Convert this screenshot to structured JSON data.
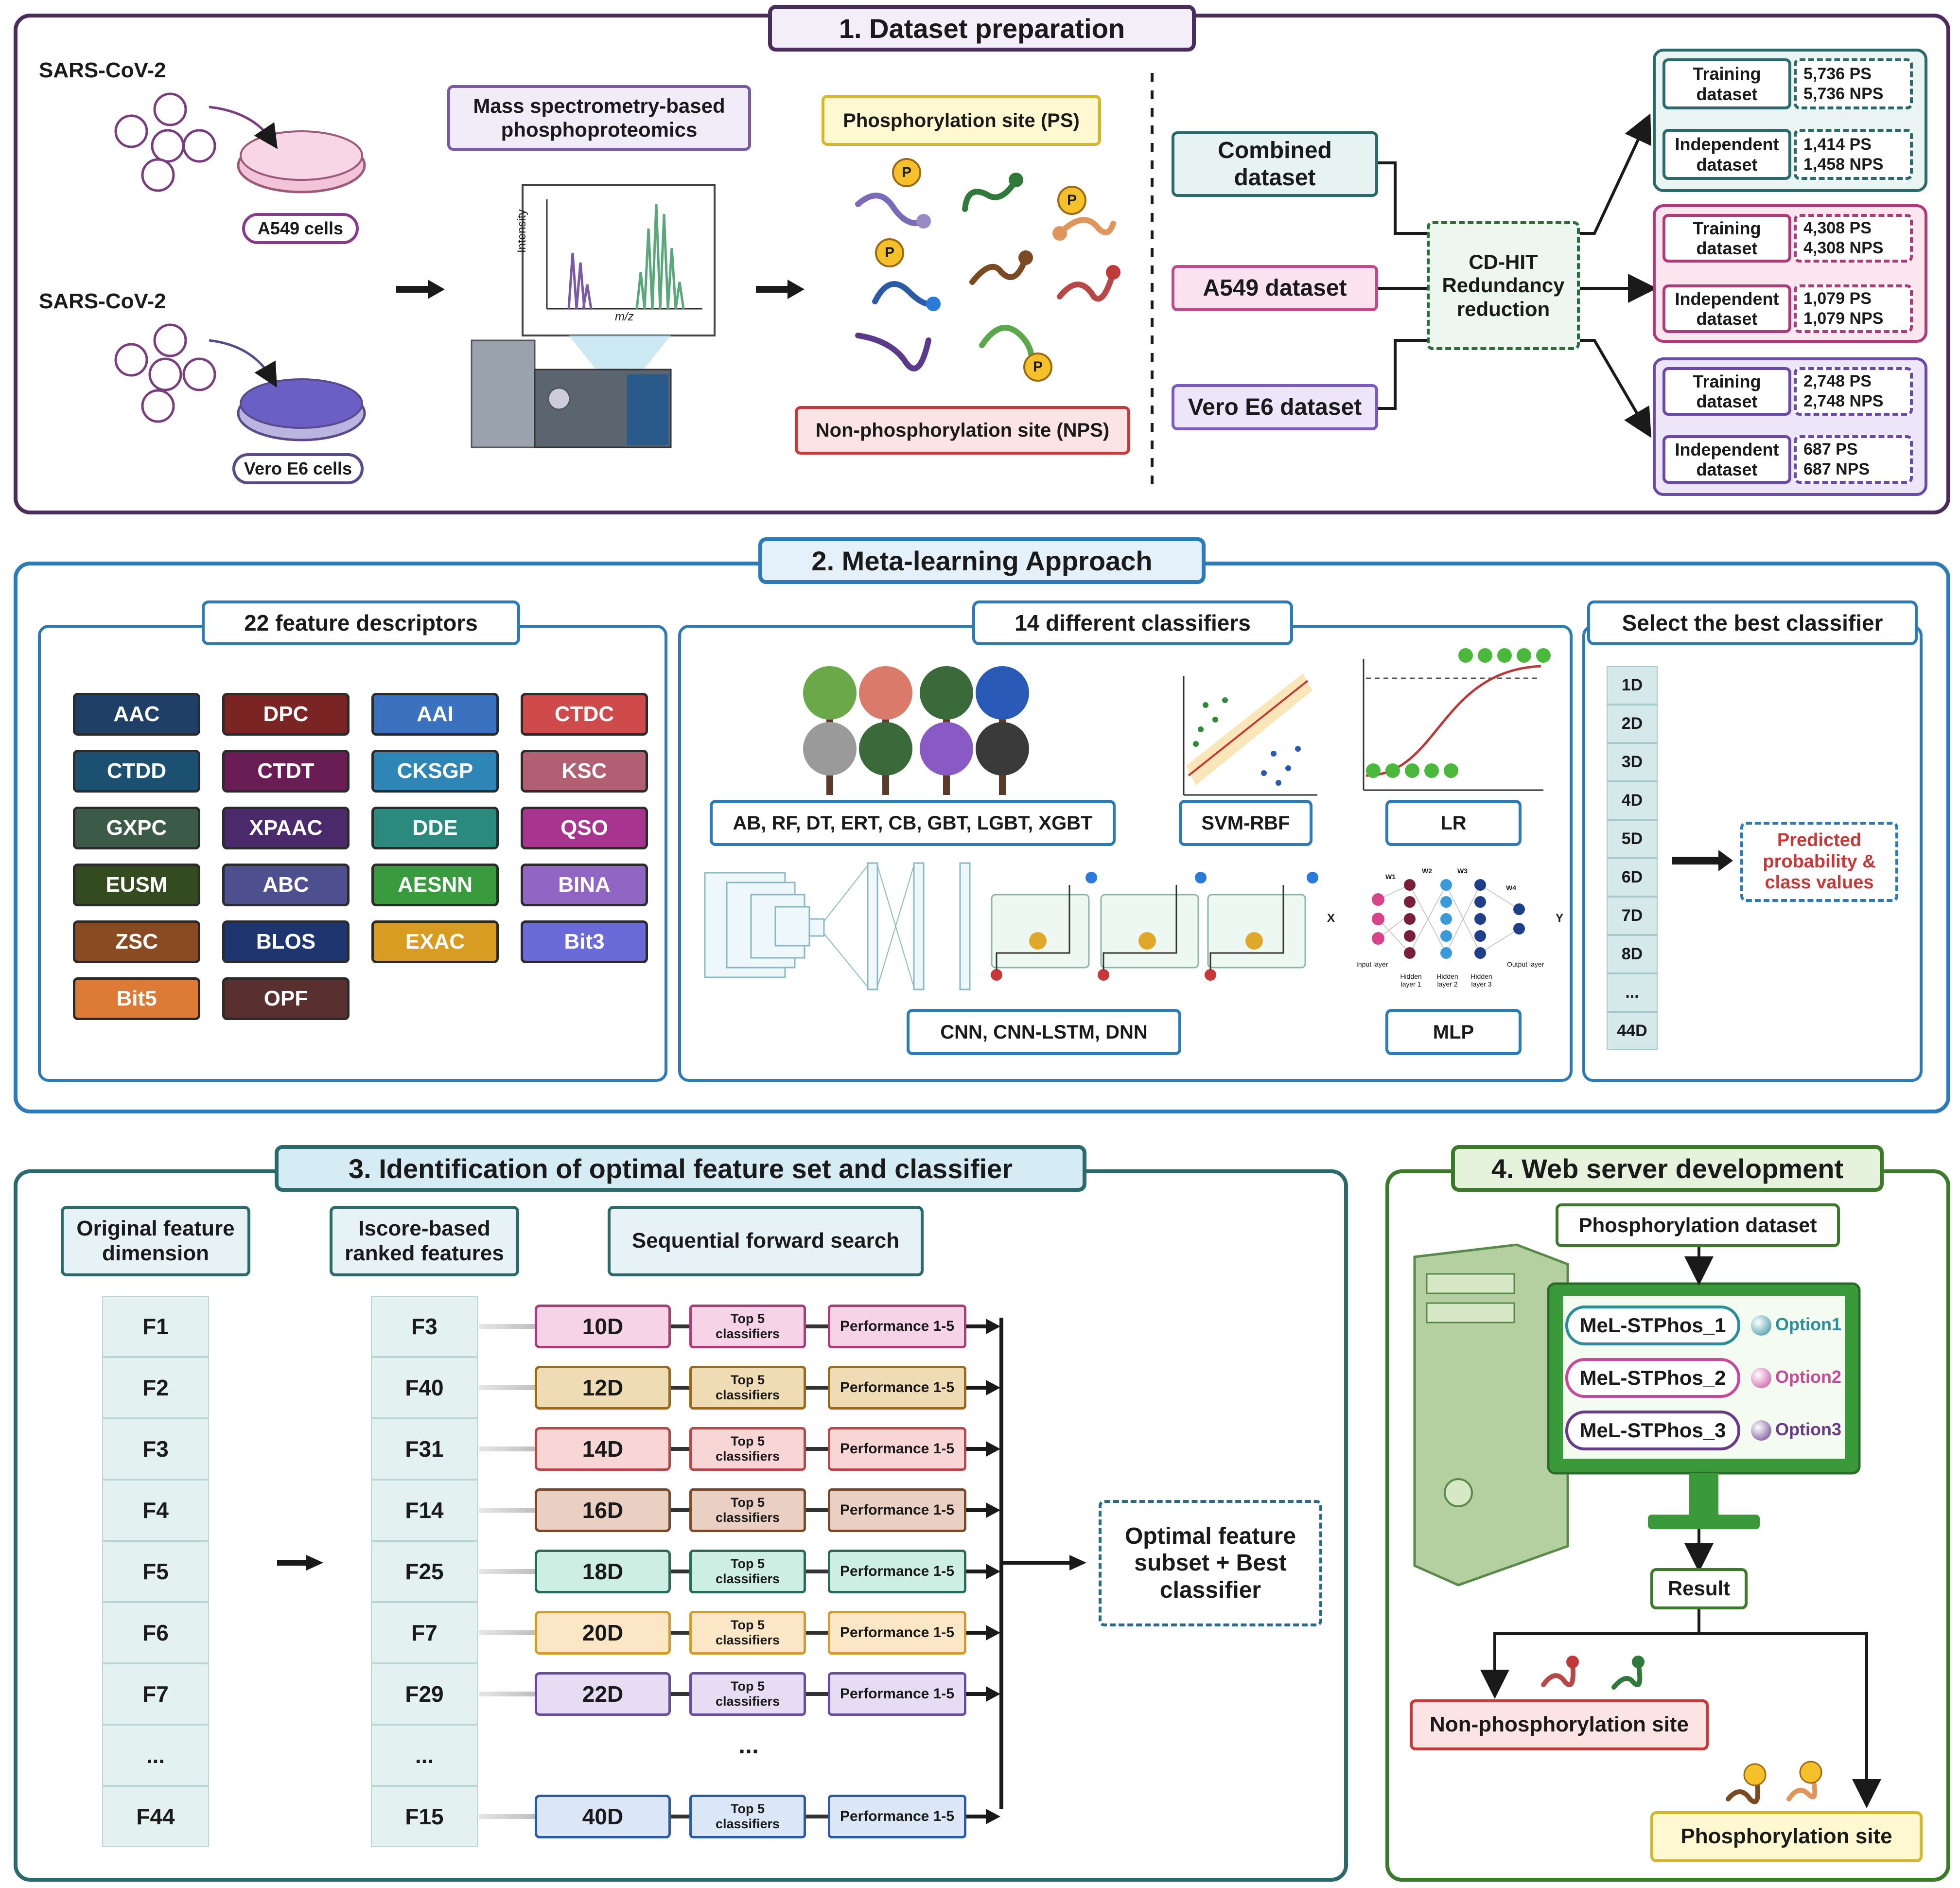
{
  "section1": {
    "title": "1.  Dataset preparation",
    "virus1": "SARS-CoV-2",
    "virus2": "SARS-CoV-2",
    "cell1": "A549 cells",
    "cell2": "Vero E6 cells",
    "ms_line1": "Mass spectrometry-based",
    "ms_line2": "phosphoproteomics",
    "ms_ylabel": "Intensity",
    "ms_xlabel": "m/z",
    "ps_label": "Phosphorylation site (PS)",
    "nps_label": "Non-phosphorylation site (NPS)",
    "p_glyph": "P",
    "datasets": [
      "Combined dataset",
      "A549 dataset",
      "Vero E6 dataset"
    ],
    "cdhit": "CD-HIT Redundancy reduction",
    "splits": [
      {
        "train_label": "Training dataset",
        "train_ps": "5,736 PS",
        "train_nps": "5,736 NPS",
        "ind_label": "Independent dataset",
        "ind_ps": "1,414 PS",
        "ind_nps": "1,458 NPS"
      },
      {
        "train_label": "Training dataset",
        "train_ps": "4,308 PS",
        "train_nps": "4,308 NPS",
        "ind_label": "Independent dataset",
        "ind_ps": "1,079 PS",
        "ind_nps": "1,079 NPS"
      },
      {
        "train_label": "Training dataset",
        "train_ps": "2,748 PS",
        "train_nps": "2,748 NPS",
        "ind_label": "Independent dataset",
        "ind_ps": "687 PS",
        "ind_nps": "687 NPS"
      }
    ]
  },
  "section2": {
    "title": "2. Meta-learning Approach",
    "features_title": "22 feature descriptors",
    "features": [
      {
        "name": "AAC",
        "color": "#1f3f66"
      },
      {
        "name": "DPC",
        "color": "#7a2424"
      },
      {
        "name": "AAI",
        "color": "#3a72bf"
      },
      {
        "name": "CTDC",
        "color": "#cf4a4a"
      },
      {
        "name": "CTDD",
        "color": "#1b5070"
      },
      {
        "name": "CTDT",
        "color": "#6a1c55"
      },
      {
        "name": "CKSGP",
        "color": "#2d86b5"
      },
      {
        "name": "KSC",
        "color": "#b25f73"
      },
      {
        "name": "GXPC",
        "color": "#3c5a48"
      },
      {
        "name": "XPAAC",
        "color": "#4a2a6a"
      },
      {
        "name": "DDE",
        "color": "#2b8a7e"
      },
      {
        "name": "QSO",
        "color": "#a8348f"
      },
      {
        "name": "EUSM",
        "color": "#344a1f"
      },
      {
        "name": "ABC",
        "color": "#4e4f8e"
      },
      {
        "name": "AESNN",
        "color": "#3a9a3e"
      },
      {
        "name": "BINA",
        "color": "#9065c4"
      },
      {
        "name": "ZSC",
        "color": "#8a4a22"
      },
      {
        "name": "BLOS",
        "color": "#1e3570"
      },
      {
        "name": "EXAC",
        "color": "#d89c22"
      },
      {
        "name": "Bit3",
        "color": "#6a6ad9"
      },
      {
        "name": "Bit5",
        "color": "#dd7a35"
      },
      {
        "name": "OPF",
        "color": "#5a2f2f"
      }
    ],
    "classifiers_title": "14 different classifiers",
    "tree_models": "AB, RF, DT, ERT, CB, GBT, LGBT, XGBT",
    "svm": "SVM-RBF",
    "lr": "LR",
    "deep": "CNN, CNN-LSTM, DNN",
    "mlp": "MLP",
    "mlp_labels": {
      "x": "X",
      "y": "Y",
      "w1": "W1",
      "w2": "W2",
      "w3": "W3",
      "w4": "W4",
      "input": "Input layer",
      "h1": "Hidden layer 1",
      "h2": "Hidden layer 2",
      "h3": "Hidden layer 3",
      "output": "Output layer"
    },
    "select_title": "Select the best classifier",
    "dims": [
      "1D",
      "2D",
      "3D",
      "4D",
      "5D",
      "6D",
      "7D",
      "8D",
      "...",
      "44D"
    ],
    "predicted": "Predicted probability & class values"
  },
  "section3": {
    "title": "3. Identification of optimal feature set and classifier",
    "orig_label": "Original feature dimension",
    "ranked_label": "Iscore-based ranked features",
    "sfs_label": "Sequential forward search",
    "orig": [
      "F1",
      "F2",
      "F3",
      "F4",
      "F5",
      "F6",
      "F7",
      "...",
      "F44"
    ],
    "ranked": [
      "F3",
      "F40",
      "F31",
      "F14",
      "F25",
      "F7",
      "F29",
      "...",
      "F15"
    ],
    "rows": [
      {
        "dim": "10D",
        "fill": "#f6d3e6",
        "stroke": "#b0397a"
      },
      {
        "dim": "12D",
        "fill": "#f0dcb4",
        "stroke": "#9a6a16"
      },
      {
        "dim": "14D",
        "fill": "#f8d6d6",
        "stroke": "#b84848"
      },
      {
        "dim": "16D",
        "fill": "#e9d0c2",
        "stroke": "#7a4a2a"
      },
      {
        "dim": "18D",
        "fill": "#cdeee3",
        "stroke": "#2a6a5a"
      },
      {
        "dim": "20D",
        "fill": "#fbe7c5",
        "stroke": "#d49a2a"
      },
      {
        "dim": "22D",
        "fill": "#e6dcf3",
        "stroke": "#6a4aa8"
      },
      {
        "dim": "40D",
        "fill": "#dbe7f6",
        "stroke": "#2a5aa8"
      }
    ],
    "top5_line1": "Top 5",
    "top5_line2": "classifiers",
    "perf": "Performance 1-5",
    "ellipsis": "...",
    "optimal": "Optimal feature subset + Best classifier"
  },
  "section4": {
    "title": "4. Web server development",
    "dataset": "Phosphorylation dataset",
    "models": [
      {
        "name": "MeL-STPhos_1",
        "option": "Option1",
        "color": "#2a8f9a"
      },
      {
        "name": "MeL-STPhos_2",
        "option": "Option2",
        "color": "#c8499a"
      },
      {
        "name": "MeL-STPhos_3",
        "option": "Option3",
        "color": "#6a3a8a"
      }
    ],
    "result": "Result",
    "nps": "Non-phosphorylation site",
    "ps": "Phosphorylation site"
  }
}
